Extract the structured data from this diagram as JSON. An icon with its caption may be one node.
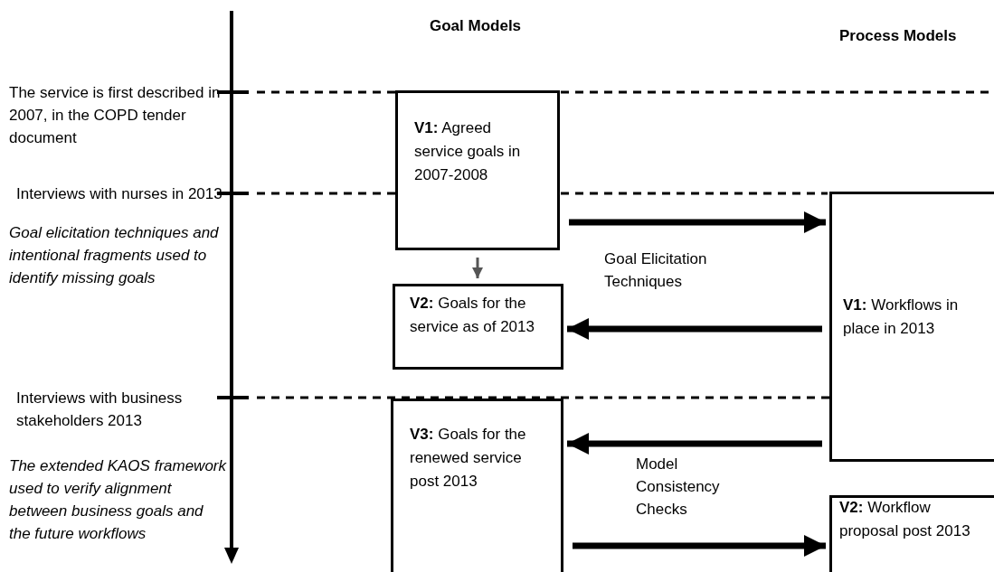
{
  "diagram": {
    "nodes": [
      {
        "text": [
          "**V1:** Agreed service goals in 2007-2008"
        ]
      },
      {
        "text": [
          "**V1:** Workflows in place in 2013"
        ]
      },
      {
        "text": [
          "**V2:** Goals for the service as of 2013"
        ]
      },
      {
        "text": [
          "**V3:** Goals for the renewed service post 2013"
        ]
      },
      {
        "text": [
          "**V2:** Workflow proposal post 2013"
        ]
      }
    ],
    "edges": [
      {
        "from": 0,
        "to": 1,
        "arrow": "to"
      },
      {
        "from": 0,
        "to": 2,
        "arrow": "to",
        "color": "#555555"
      },
      {
        "from": 1,
        "to": 2,
        "arrow": "to"
      },
      {
        "from": 1,
        "to": 3,
        "arrow": "to"
      },
      {
        "from": 3,
        "to": 4,
        "arrow": "to"
      }
    ],
    "labels": [
      "Goal Models",
      "Process Models",
      "The service is first described in 2007, in the COPD tender document",
      "Interviews with nurses in 2013",
      "Goal elicitation techniques and intentional fragments used to identify missing goals",
      "Goal Elicitation Techniques",
      "Interviews with business stakeholders 2013",
      "The extended KAOS framework used to verify alignment between business goals and the future workflows",
      "Model Consistency Checks"
    ]
  }
}
